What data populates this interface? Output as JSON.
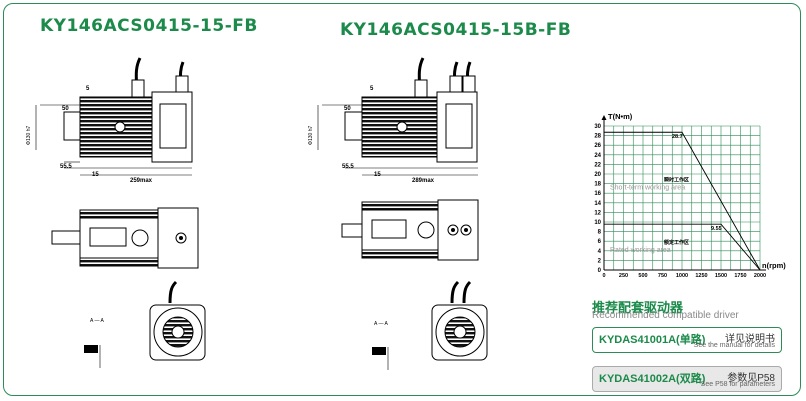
{
  "titles": {
    "left": "KY146ACS0415-15-FB",
    "right": "KY146ACS0415-15B-FB"
  },
  "colors": {
    "brand_green": "#1b8a4a",
    "frame": "#2e8b57",
    "grid": "#2e8b57"
  },
  "drawing_labels": {
    "left": {
      "dim_50": "50",
      "dim_5": "5",
      "dim_diameter": "Φ130 h7",
      "dim_55": "55.5",
      "dim_15": "15",
      "dim_length": "259max"
    },
    "right": {
      "dim_50": "50",
      "dim_5": "5",
      "dim_diameter": "Φ130 h7",
      "dim_55": "55.5",
      "dim_15": "15",
      "dim_length": "289max"
    },
    "section_label": "A — A"
  },
  "chart_data": {
    "type": "line",
    "ylabel": "T(N•m)",
    "xlabel": "n(rpm)",
    "x_ticks": [
      0,
      250,
      500,
      750,
      1000,
      1250,
      1500,
      1750,
      2000
    ],
    "y_ticks": [
      0,
      2,
      4,
      6,
      8,
      10,
      12,
      14,
      16,
      18,
      20,
      22,
      24,
      26,
      28,
      30
    ],
    "xlim": [
      0,
      2000
    ],
    "ylim": [
      0,
      30
    ],
    "grid": true,
    "series": [
      {
        "points": [
          [
            0,
            28.7
          ],
          [
            1000,
            28.7
          ],
          [
            2000,
            0
          ]
        ]
      },
      {
        "points": [
          [
            0,
            9.55
          ],
          [
            1500,
            9.55
          ],
          [
            2000,
            0
          ]
        ]
      }
    ],
    "annotations": [
      {
        "text": "28.7",
        "x": 1000,
        "y": 28.7
      },
      {
        "text": "9.55",
        "x": 1500,
        "y": 9.55
      }
    ],
    "regions": [
      {
        "zh": "瞬时工作区",
        "en": "Short-term working area",
        "x": 1000,
        "y": 18
      },
      {
        "zh": "额定工作区",
        "en": "Rated working area",
        "x": 1000,
        "y": 5
      }
    ]
  },
  "drivers": {
    "heading": "推荐配套驱动器",
    "subheading": "Recommended compatible driver",
    "items": [
      {
        "model": "KYDAS41001A(单路)",
        "note": "详见说明书",
        "note_en": "See the manual for details"
      },
      {
        "model": "KYDAS41002A(双路)",
        "note": "参数见P58",
        "note_en": "See P58 for parameters"
      }
    ]
  }
}
